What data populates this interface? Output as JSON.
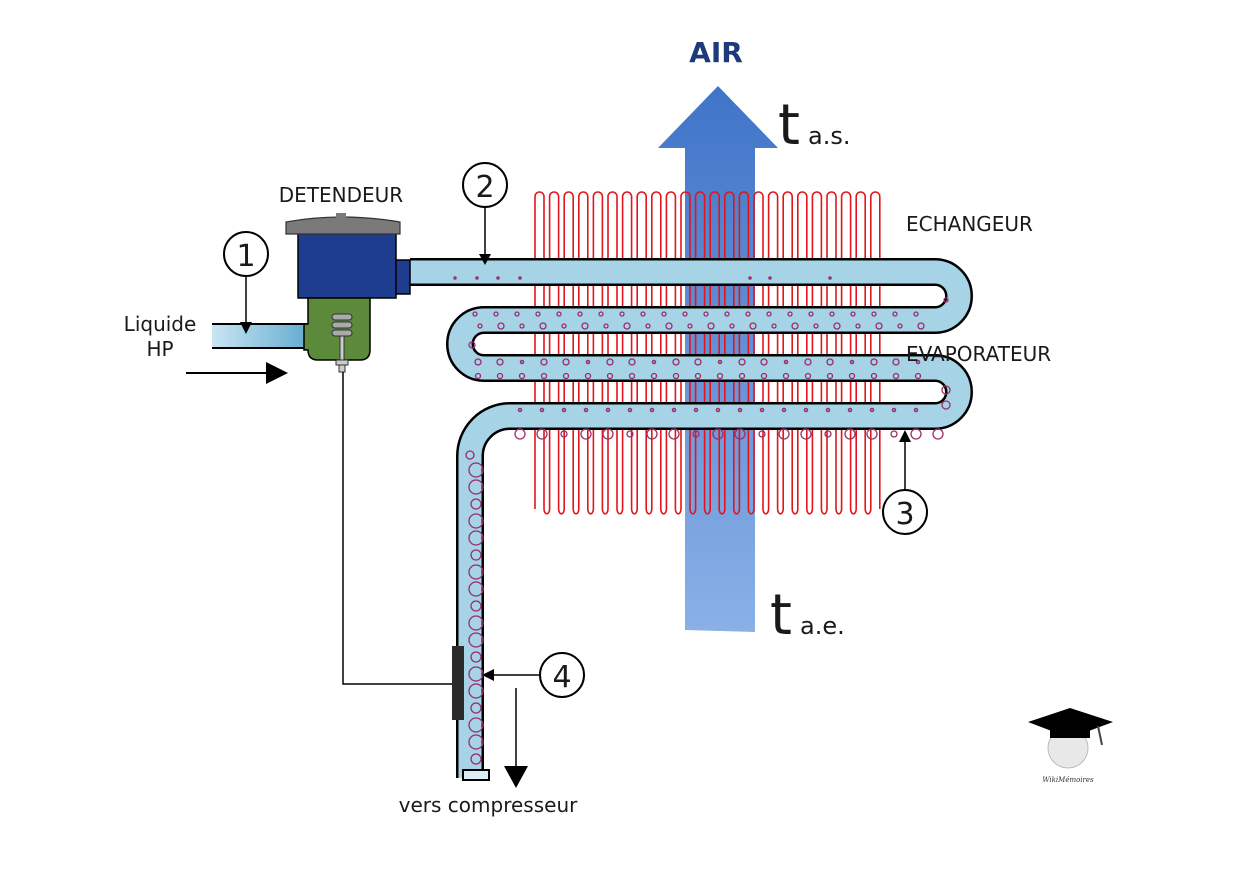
{
  "title": "AIR",
  "labels": {
    "detendeur": "DETENDEUR",
    "echangeur": "ECHANGEUR",
    "evaporateur": "EVAPORATEUR",
    "liquide_line1": "Liquide",
    "liquide_line2": "HP",
    "vers_compresseur": "vers compresseur",
    "t_out_main": "t",
    "t_out_sub": "a.s.",
    "t_in_main": "t",
    "t_in_sub": "a.e."
  },
  "points": [
    {
      "id": "1",
      "label": "1"
    },
    {
      "id": "2",
      "label": "2"
    },
    {
      "id": "3",
      "label": "3"
    },
    {
      "id": "4",
      "label": "4"
    }
  ],
  "logo": {
    "text": "WikiMémoires"
  },
  "colors": {
    "air_arrow": "#4a7fcf",
    "air_title": "#1f3a7a",
    "fins": "#e0161c",
    "pipe": "#9fcde2",
    "bubbles": "#9b2d6a",
    "valve_body": "#1f3d8f",
    "valve_base": "#5a8a3a",
    "valve_cap": "#777777"
  }
}
